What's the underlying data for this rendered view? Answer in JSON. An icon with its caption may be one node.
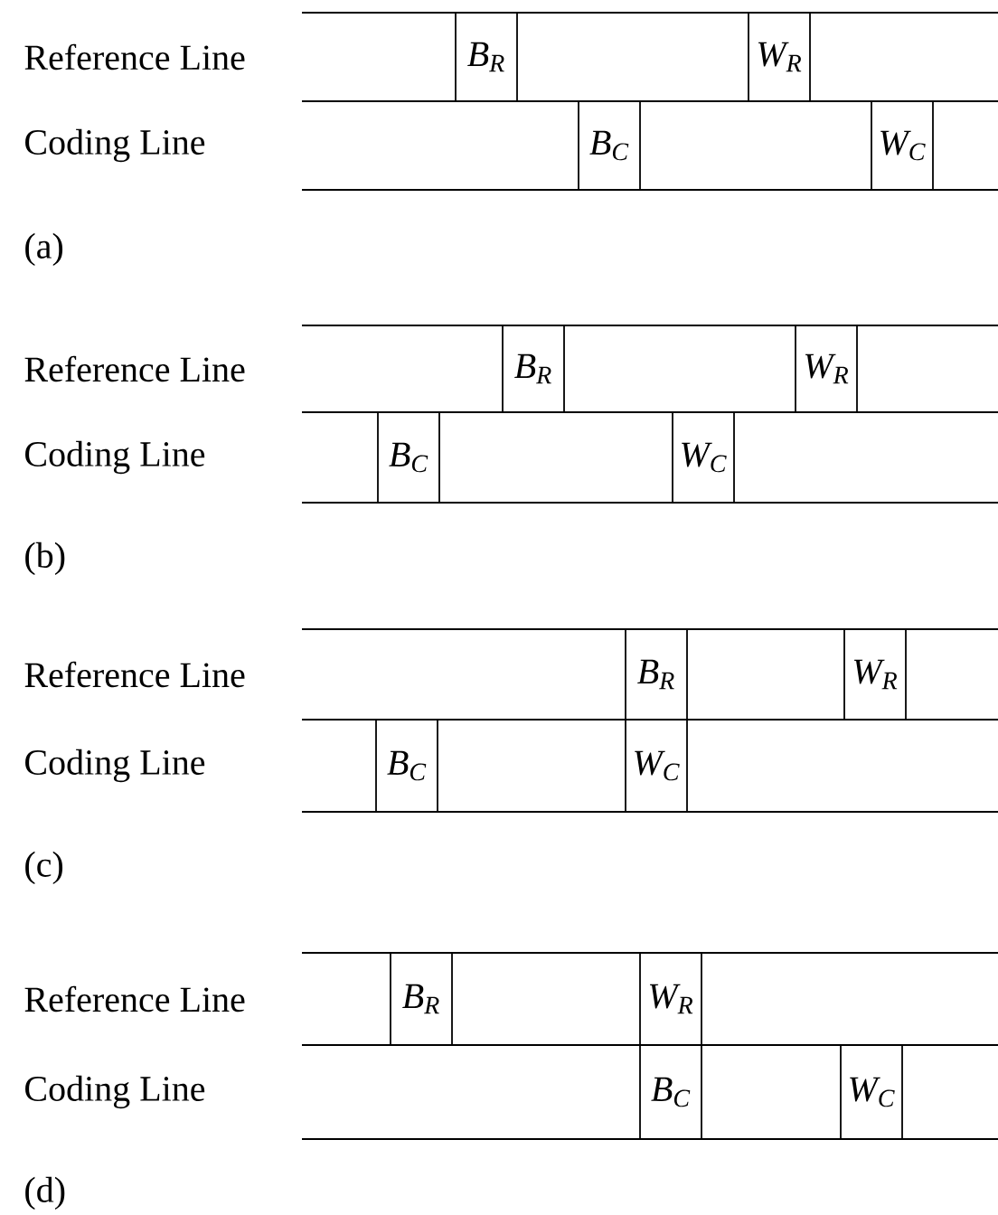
{
  "diagram": {
    "nodes": [
      {
        "text": [
          "B$_{R}$"
        ]
      },
      {
        "text": [
          "W$_{R}$"
        ]
      },
      {
        "text": [
          "B$_{C}$"
        ]
      },
      {
        "text": [
          "W$_{C}$"
        ]
      },
      {
        "text": [
          "B$_{R}$"
        ]
      },
      {
        "text": [
          "W$_{R}$"
        ]
      },
      {
        "text": [
          "B$_{C}$"
        ]
      },
      {
        "text": [
          "W$_{C}$"
        ]
      },
      {
        "text": [
          "B$_{R}$"
        ]
      },
      {
        "text": [
          "W$_{R}$"
        ]
      },
      {
        "text": [
          "B$_{C}$"
        ]
      },
      {
        "text": [
          "W$_{C}$"
        ]
      },
      {
        "text": [
          "B$_{R}$"
        ]
      },
      {
        "text": [
          "W$_{R}$"
        ]
      },
      {
        "text": [
          "B$_{C}$"
        ]
      },
      {
        "text": [
          "W$_{C}$"
        ]
      }
    ],
    "labels": [
      "Reference Line",
      "Coding Line",
      "(a)",
      "Reference Line",
      "Coding Line",
      "(b)",
      "Reference Line",
      "Coding Line",
      "(c)",
      "Reference Line",
      "Coding Line",
      "(d)"
    ]
  }
}
